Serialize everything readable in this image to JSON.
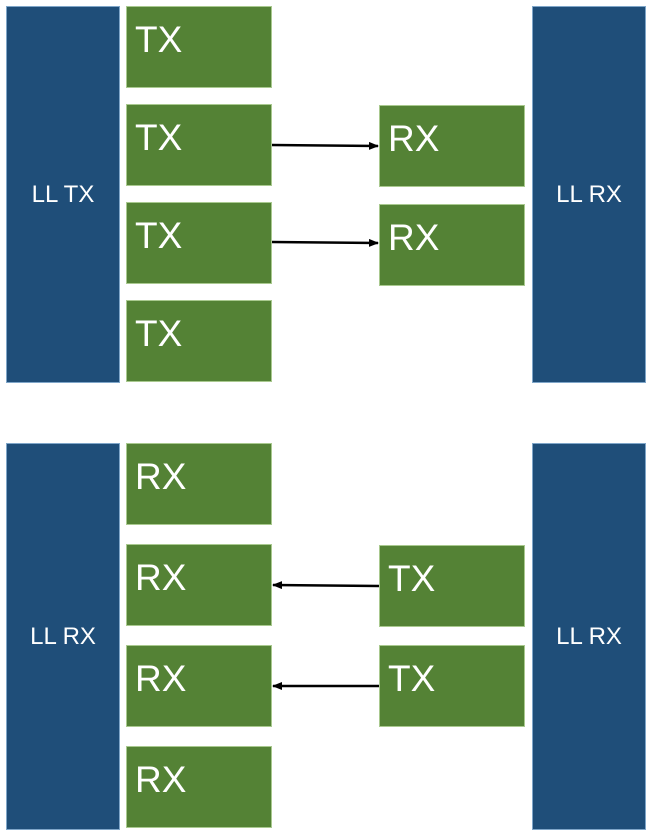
{
  "top_diagram": {
    "left_block": {
      "label": "LL TX"
    },
    "right_block": {
      "label": "LL RX"
    },
    "left_lanes": [
      "TX",
      "TX",
      "TX",
      "TX"
    ],
    "right_lanes": [
      "RX",
      "RX"
    ]
  },
  "bottom_diagram": {
    "left_block": {
      "label": "LL RX"
    },
    "right_block": {
      "label": "LL RX"
    },
    "left_lanes": [
      "RX",
      "RX",
      "RX",
      "RX"
    ],
    "right_lanes": [
      "TX",
      "TX"
    ]
  },
  "colors": {
    "link_layer_block": "#1f4e79",
    "lane_box": "#548235",
    "arrow": "#000000"
  }
}
